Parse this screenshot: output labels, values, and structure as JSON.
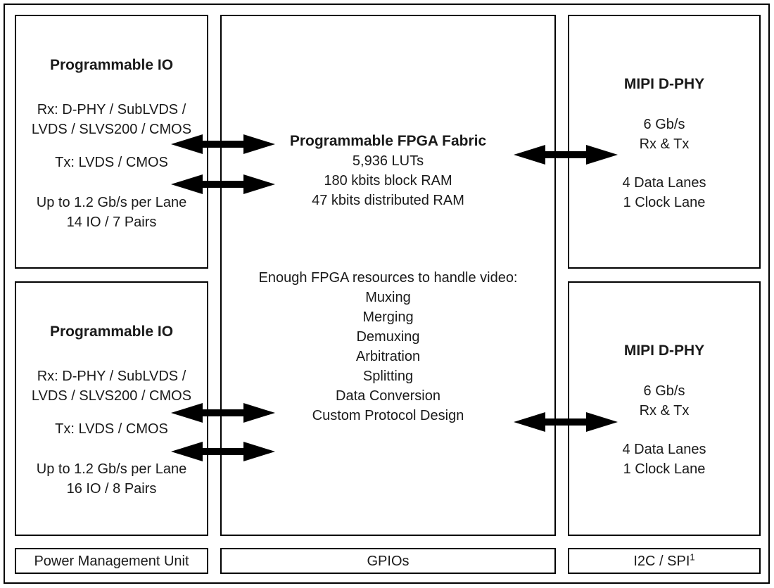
{
  "colors": {
    "bg": "#ffffff",
    "ink": "#1a1a1a",
    "line": "#000000",
    "arrow": "#000000"
  },
  "left_top_box": {
    "title": "Programmable IO",
    "rx_line1": "Rx: D-PHY / SubLVDS /",
    "rx_line2": "LVDS / SLVS200 / CMOS",
    "tx_line": "Tx: LVDS / CMOS",
    "rate_line": "Up to 1.2 Gb/s per Lane",
    "io_line": "14 IO / 7 Pairs"
  },
  "left_bottom_box": {
    "title": "Programmable IO",
    "rx_line1": "Rx: D-PHY / SubLVDS /",
    "rx_line2": "LVDS / SLVS200 / CMOS",
    "tx_line": "Tx: LVDS / CMOS",
    "rate_line": "Up to 1.2 Gb/s per Lane",
    "io_line": "16 IO / 8 Pairs"
  },
  "center_box": {
    "title": "Programmable FPGA Fabric",
    "luts": "5,936 LUTs",
    "block_ram": "180 kbits block RAM",
    "distributed_ram": "47 kbits distributed RAM",
    "resources_heading": "Enough FPGA resources to handle video:",
    "capabilities": [
      "Muxing",
      "Merging",
      "Demuxing",
      "Arbitration",
      "Splitting",
      "Data Conversion",
      "Custom Protocol Design"
    ]
  },
  "right_top_box": {
    "title": "MIPI D-PHY",
    "speed": "6 Gb/s",
    "rx_tx": "Rx & Tx",
    "data_lanes": "4 Data Lanes",
    "clock_lane": "1 Clock Lane"
  },
  "right_bottom_box": {
    "title": "MIPI D-PHY",
    "speed": "6 Gb/s",
    "rx_tx": "Rx & Tx",
    "data_lanes": "4 Data Lanes",
    "clock_lane": "1 Clock Lane"
  },
  "bottom_row": {
    "pmu": "Power Management Unit",
    "gpios": "GPIOs",
    "i2c_spi": "I2C / SPI",
    "i2c_spi_superscript": "1"
  }
}
